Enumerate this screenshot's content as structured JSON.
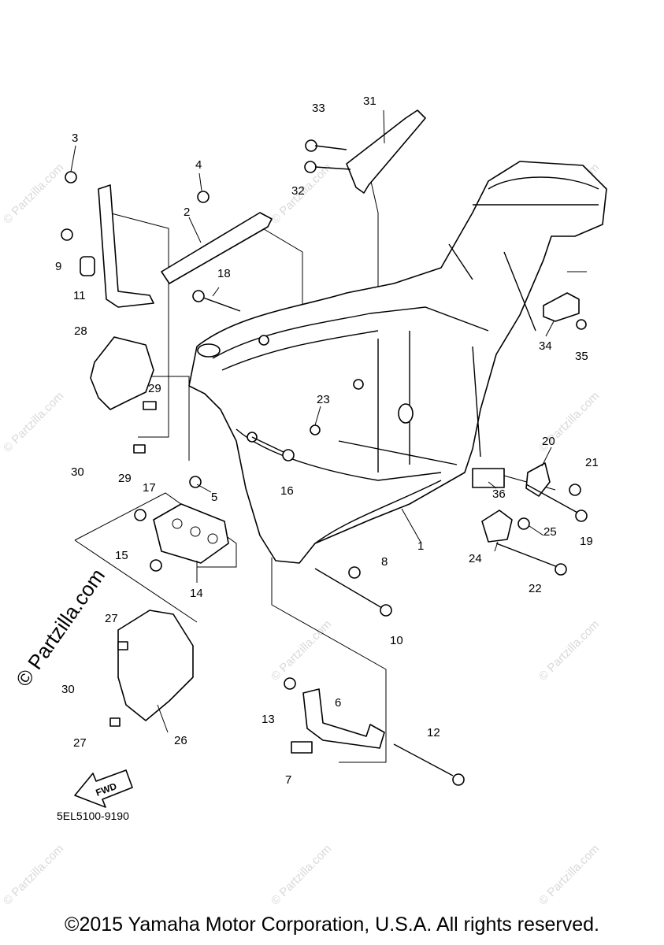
{
  "watermark_text": "© Partzilla.com",
  "side_watermark": "© Partzilla.com",
  "diagram_code": "5EL5100-9190",
  "fwd_label": "FWD",
  "copyright": "©2015 Yamaha Motor Corporation, U.S.A. All rights reserved.",
  "callouts": [
    "1",
    "2",
    "3",
    "4",
    "5",
    "6",
    "7",
    "8",
    "9",
    "10",
    "11",
    "12",
    "13",
    "14",
    "15",
    "16",
    "17",
    "18",
    "19",
    "20",
    "21",
    "22",
    "23",
    "24",
    "25",
    "26",
    "27",
    "27",
    "28",
    "29",
    "29",
    "30",
    "30",
    "31",
    "32",
    "33",
    "34",
    "35",
    "36"
  ]
}
